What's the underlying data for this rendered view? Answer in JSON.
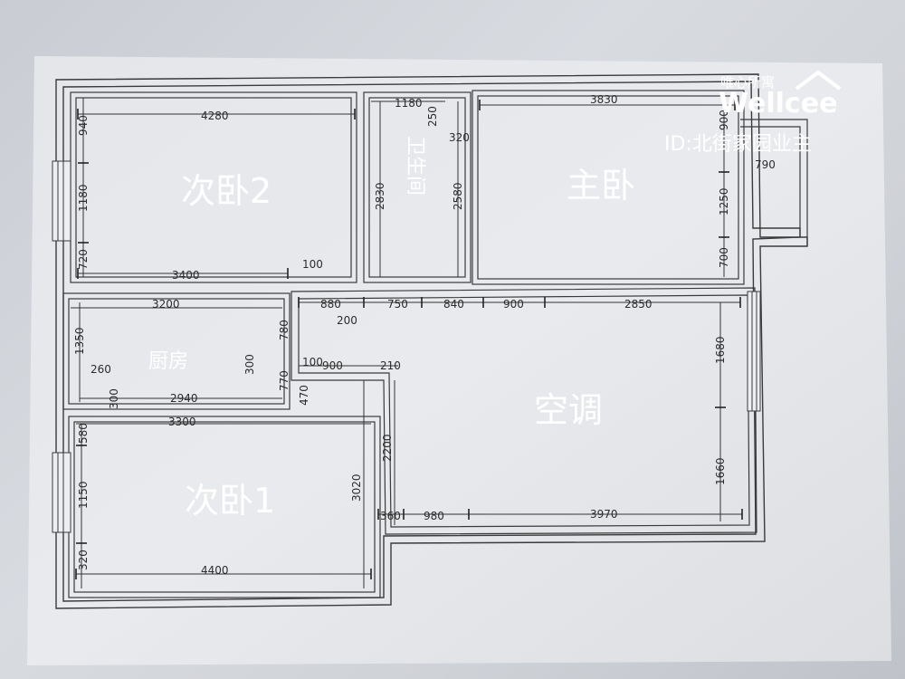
{
  "rooms": {
    "bedroom2": "次卧2",
    "bathroom": "卫生间",
    "master": "主卧",
    "kitchen": "厨房",
    "living": "空调",
    "bedroom1": "次卧1"
  },
  "watermark": {
    "brand_cn": "唯心所寓",
    "brand": "Wellcee",
    "id_line": "ID:北街家园业主"
  },
  "dims": {
    "d4280": "4280",
    "d940": "940",
    "d1180": "1180",
    "d720": "720",
    "d3400": "3400",
    "d100a": "100",
    "d1180b": "1180",
    "d250": "250",
    "d320a": "320",
    "d2830": "2830",
    "d2580": "2580",
    "d3830": "3830",
    "d900a": "900",
    "d790a": "790",
    "d1250": "1250",
    "d700": "700",
    "d3200": "3200",
    "d1350": "1350",
    "d260": "260",
    "d300a": "300",
    "d2940": "2940",
    "d300b": "300",
    "d780": "780",
    "d770": "770",
    "d880": "880",
    "d200": "200",
    "d750": "750",
    "d840": "840",
    "d900b": "900",
    "d2850": "2850",
    "d100b": "100",
    "d900c": "900",
    "d210": "210",
    "d470": "470",
    "d1680": "1680",
    "d3300": "3300",
    "d580": "580",
    "d1150": "1150",
    "d3020": "3020",
    "d2200": "2200",
    "d1660": "1660",
    "d360": "360",
    "d980": "980",
    "d3970": "3970",
    "d320b": "320",
    "d4400": "4400"
  }
}
